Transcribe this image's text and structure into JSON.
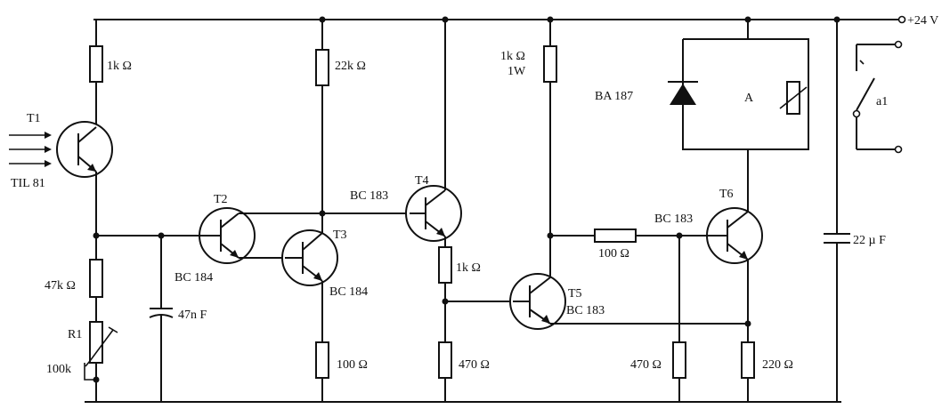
{
  "supply": {
    "label": "+24 V"
  },
  "components": {
    "T1": {
      "ref": "T1",
      "type": "TIL 81"
    },
    "T2": {
      "ref": "T2",
      "type": "BC 184"
    },
    "T3": {
      "ref": "T3",
      "type": "BC 184"
    },
    "T4": {
      "ref": "T4",
      "type": "BC 183"
    },
    "T5": {
      "ref": "T5",
      "type": "BC 183"
    },
    "T6": {
      "ref": "T6",
      "type": "BC 183"
    },
    "R_t1": "1k Ω",
    "R_22k": "22k Ω",
    "R_1kw_a": "1k Ω",
    "R_1kw_b": "1W",
    "R_47k": "47k Ω",
    "R1": {
      "ref": "R1",
      "value": "100k"
    },
    "C_47n": "47n F",
    "R_100_t3": "100 Ω",
    "R_1k_t4": "1k Ω",
    "R_470_t4": "470 Ω",
    "R_100_base": "100 Ω",
    "R_470_t6": "470 Ω",
    "R_220": "220 Ω",
    "C_22u": "22 µ F",
    "diode": "BA 187",
    "relay": "A",
    "contact": "a1"
  }
}
